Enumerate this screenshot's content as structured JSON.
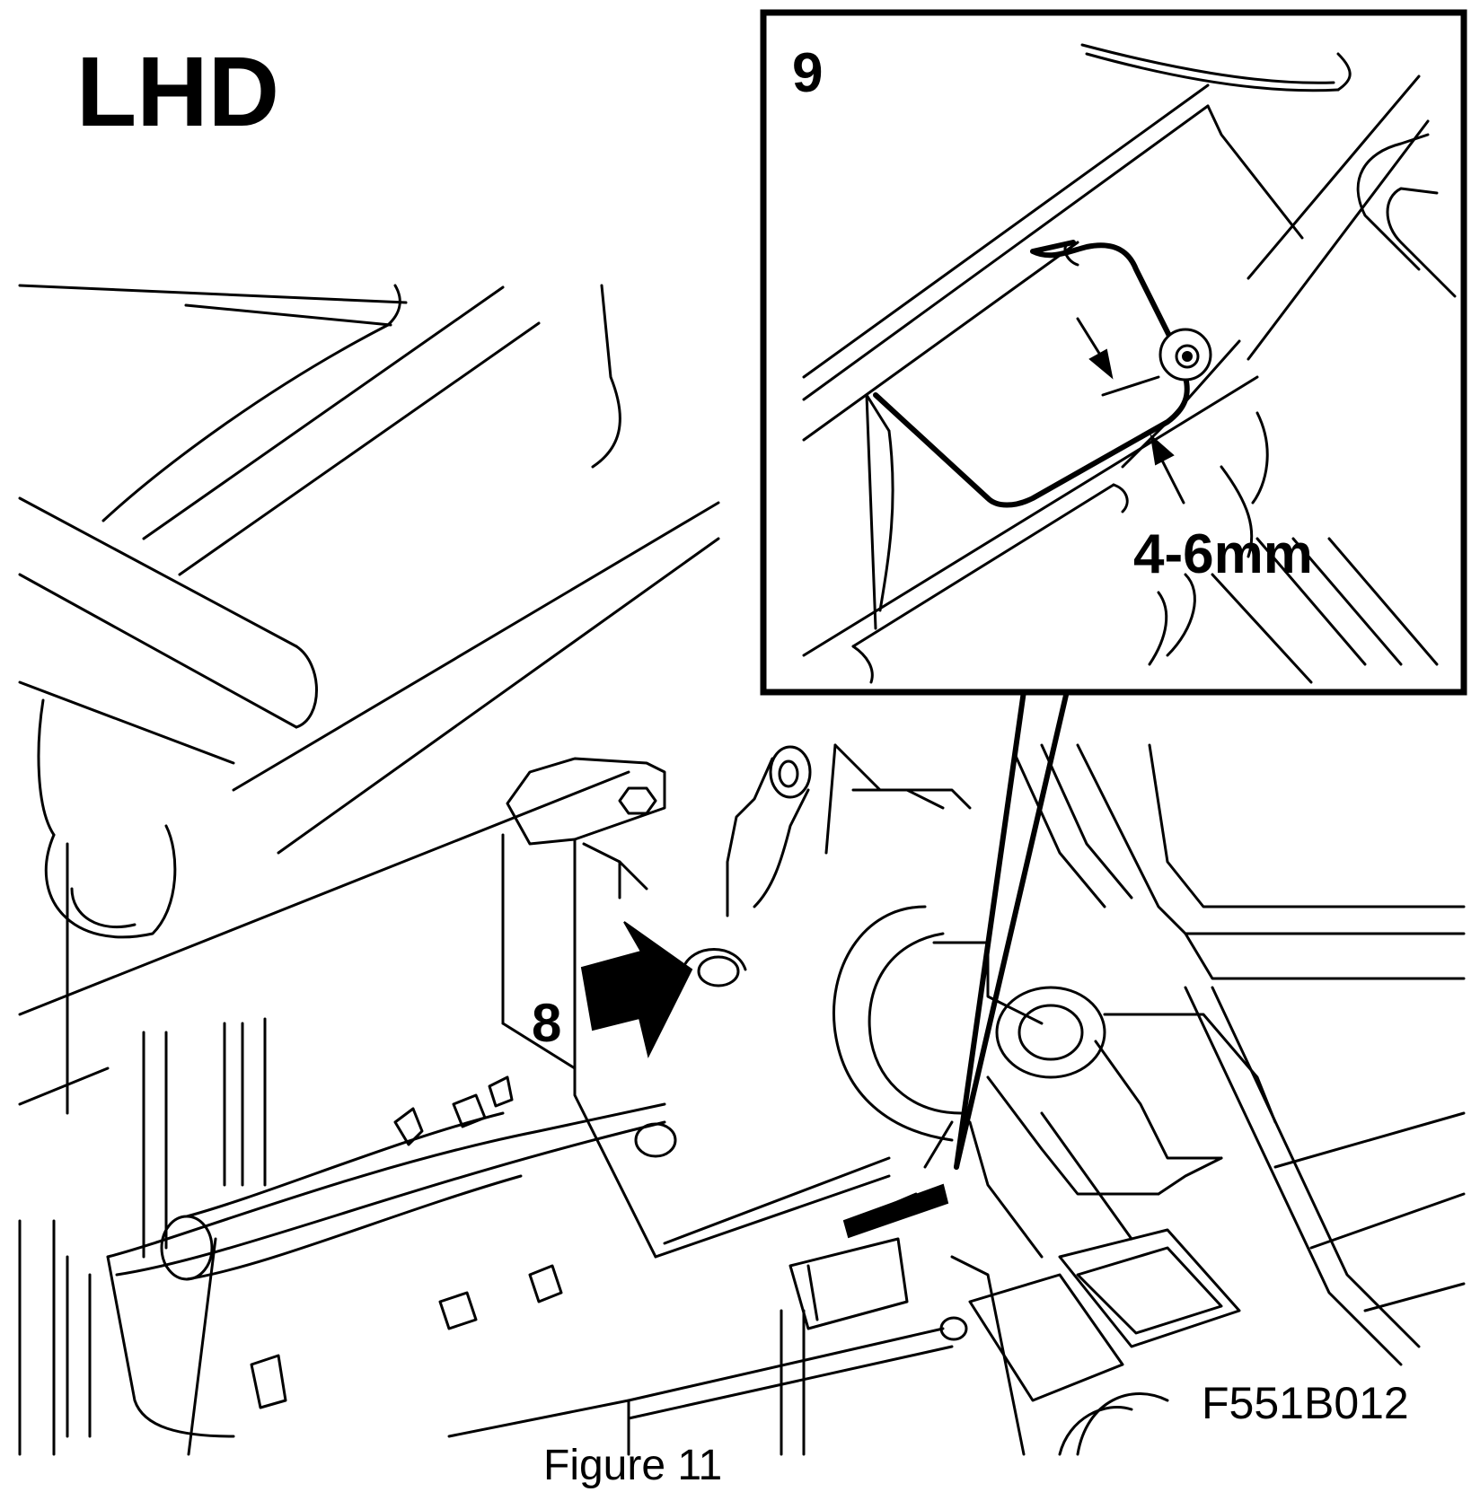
{
  "labels": {
    "variant": "LHD",
    "callout_8": "8",
    "callout_9": "9",
    "dimension": "4-6mm",
    "drawing_code": "F551B012",
    "caption": "Figure 11"
  },
  "icons": {
    "arrow_8": "bold-pointer-arrow-icon",
    "dimension_arrows": "dimension-arrow-icon"
  }
}
